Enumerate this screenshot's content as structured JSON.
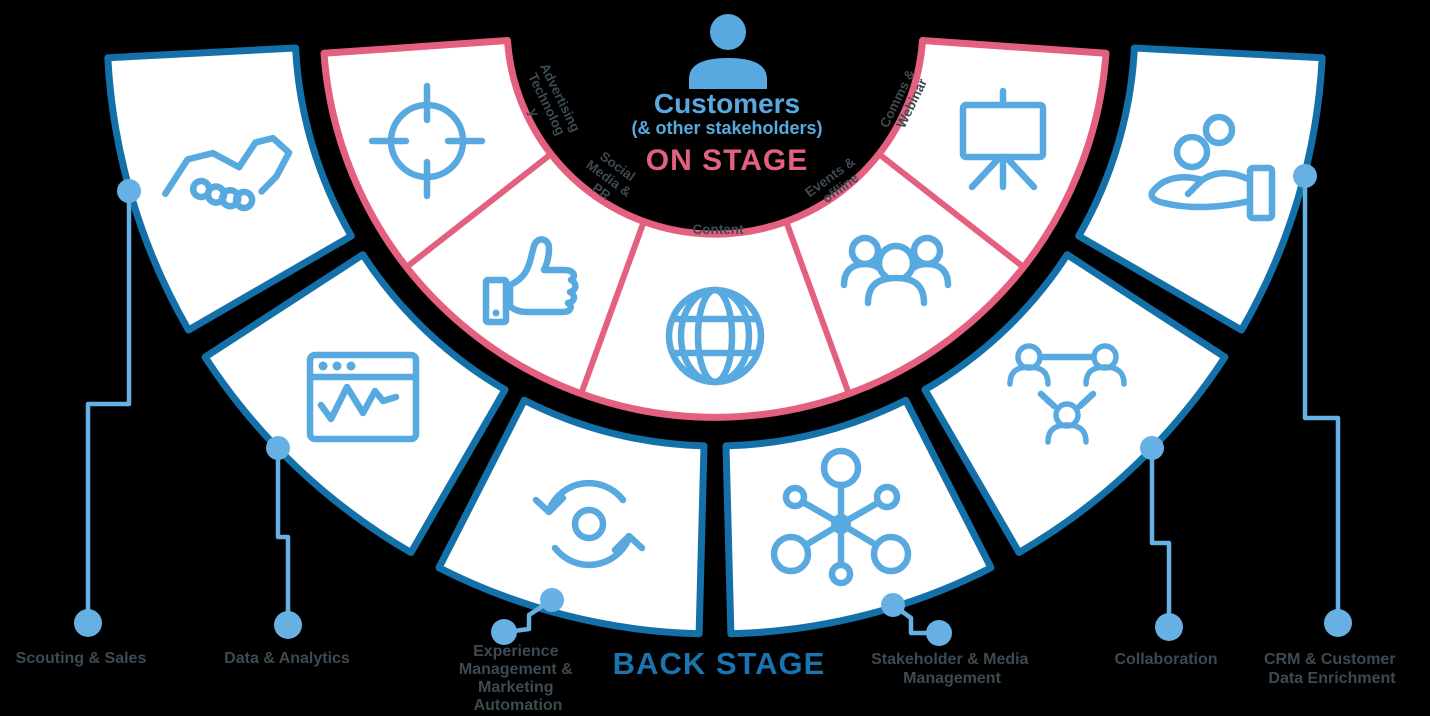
{
  "diagram": {
    "center": {
      "audience_icon": "person-icon",
      "audience_title": "Customers",
      "audience_subtitle": "(& other stakeholders)",
      "on_stage_label": "ON STAGE",
      "back_stage_label": "BACK STAGE"
    },
    "on_stage": {
      "segments": [
        {
          "icon": "target-icon",
          "label_lines": [
            "Advertising",
            "Technolog",
            "y"
          ]
        },
        {
          "icon": "thumbs-up-icon",
          "label_lines": [
            "Social",
            "Media &",
            "PR"
          ]
        },
        {
          "icon": "globe-icon",
          "label_lines": [
            "Content"
          ]
        },
        {
          "icon": "people-group-icon",
          "label_lines": [
            "Events &",
            "offline"
          ]
        },
        {
          "icon": "presentation-board-icon",
          "label_lines": [
            "Comms &",
            "Webinar"
          ]
        }
      ]
    },
    "back_stage": {
      "segments": [
        {
          "icon": "handshake-icon",
          "label_lines": [
            "Scouting & Sales"
          ]
        },
        {
          "icon": "analytics-window-icon",
          "label_lines": [
            "Data & Analytics"
          ]
        },
        {
          "icon": "sync-arrows-icon",
          "label_lines": [
            "Experience",
            "Management &",
            "Marketing",
            "Automation"
          ]
        },
        {
          "icon": "network-hub-icon",
          "label_lines": [
            "Stakeholder & Media",
            "Management"
          ]
        },
        {
          "icon": "people-network-icon",
          "label_lines": [
            "Collaboration"
          ]
        },
        {
          "icon": "hand-offering-icon",
          "label_lines": [
            "CRM & Customer",
            "Data Enrichment"
          ]
        }
      ]
    },
    "colors": {
      "light_blue": "#58A9E0",
      "dark_blue": "#1470A8",
      "pink": "#E4607F",
      "text_dark": "#3E4A52",
      "background": "#000000"
    }
  }
}
